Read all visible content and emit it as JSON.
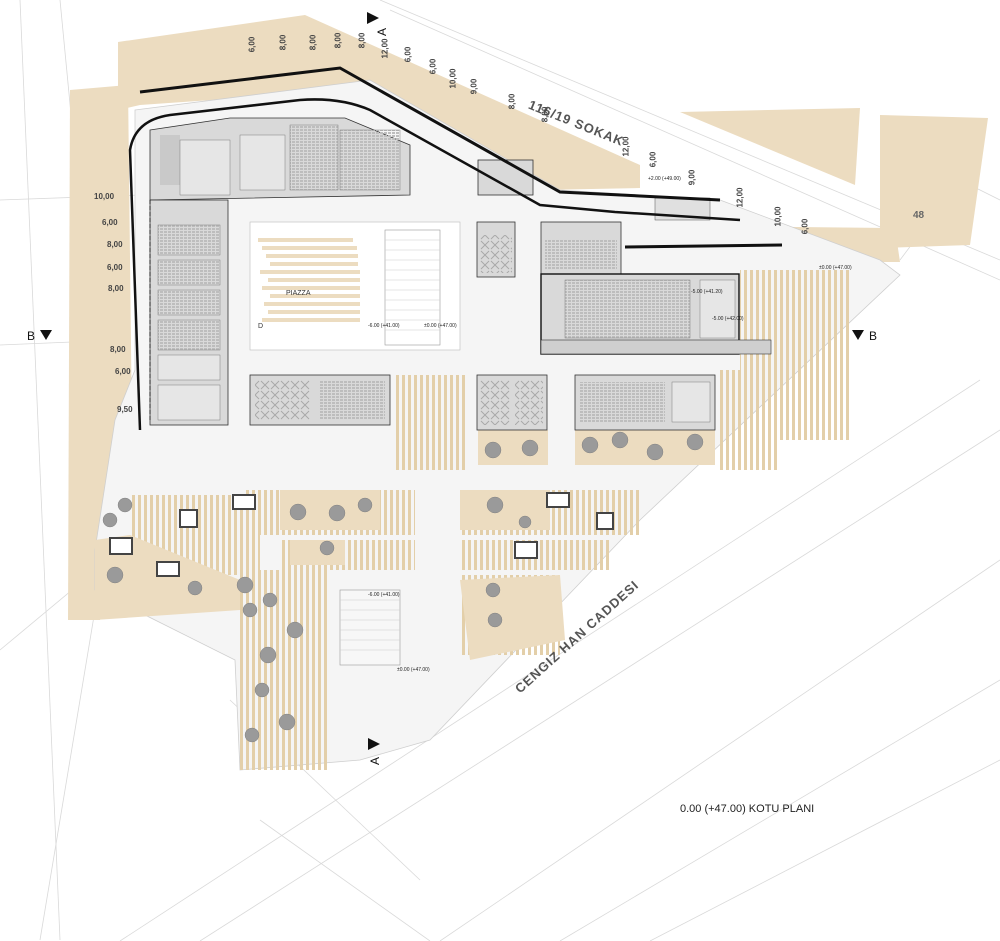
{
  "title": "0.00 (+47.00) KOTU PLANI",
  "streets": {
    "north": "116/19 SOKAK",
    "south": "CENGIZ HAN CADDESI"
  },
  "plot_number": "48",
  "piazza_label": "PIAZZA",
  "sections": {
    "a_top": "A",
    "a_bottom": "A",
    "b_left": "B",
    "b_right": "B",
    "d_marker": "D"
  },
  "elevations": {
    "piazza_low": "-6.00 (+41.00)",
    "piazza_entry": "±0.00 (+47.00)",
    "hall_top": "-5.00 (+41.20)",
    "hall_side": "-5.00 (+42.00)",
    "east_entry": "±0.00 (+47.00)",
    "north_corner": "+2.00 (+49.00)",
    "south_stair_top": "-6.00 (+41.00)",
    "south_entry": "±0.00 (+47.00)"
  },
  "dimensions": {
    "top": [
      "6,00",
      "8,00",
      "8,00",
      "8,00",
      "8,00",
      "12,00",
      "6,00",
      "6,00",
      "10,00",
      "9,00",
      "8,00",
      "8,00",
      "12,00",
      "6,00",
      "9,00"
    ],
    "right": [
      "12,00",
      "10,00",
      "6,00"
    ],
    "left": [
      "10,00",
      "6,00",
      "8,00",
      "6,00",
      "8,00",
      "8,00",
      "6,00",
      "9,50"
    ]
  },
  "colors": {
    "beige": "#ecdcc0",
    "grey": "#d6d6d6",
    "stripe": "#e0cba6",
    "line": "#111111"
  }
}
